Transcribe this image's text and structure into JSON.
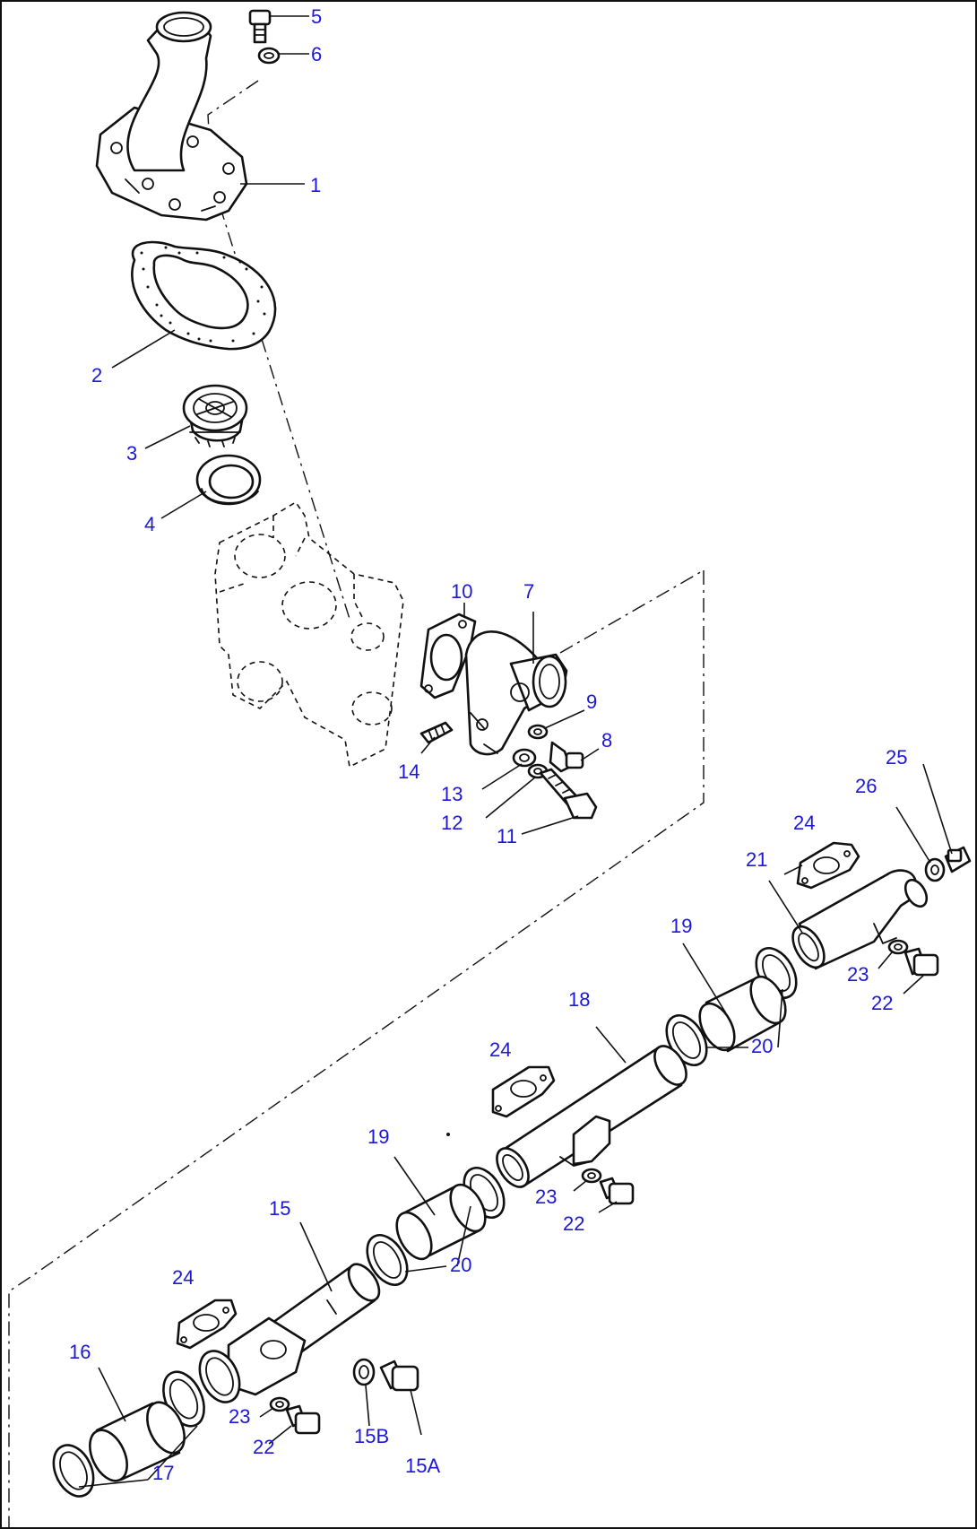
{
  "diagram": {
    "colors": {
      "callout": "#1d18d6",
      "line": "#111111",
      "background": "#ffffff"
    },
    "callouts": {
      "c1": "1",
      "c2": "2",
      "c3": "3",
      "c4": "4",
      "c5": "5",
      "c6": "6",
      "c7": "7",
      "c8": "8",
      "c9": "9",
      "c10": "10",
      "c11": "11",
      "c12": "12",
      "c13": "13",
      "c14": "14",
      "c15": "15",
      "c15a": "15A",
      "c15b": "15B",
      "c16": "16",
      "c17": "17",
      "c18": "18",
      "c19a": "19",
      "c19b": "19",
      "c20a": "20",
      "c20b": "20",
      "c21": "21",
      "c22a": "22",
      "c22b": "22",
      "c22c": "22",
      "c23a": "23",
      "c23b": "23",
      "c23c": "23",
      "c24a": "24",
      "c24b": "24",
      "c24c": "24",
      "c25": "25",
      "c26": "26"
    }
  }
}
